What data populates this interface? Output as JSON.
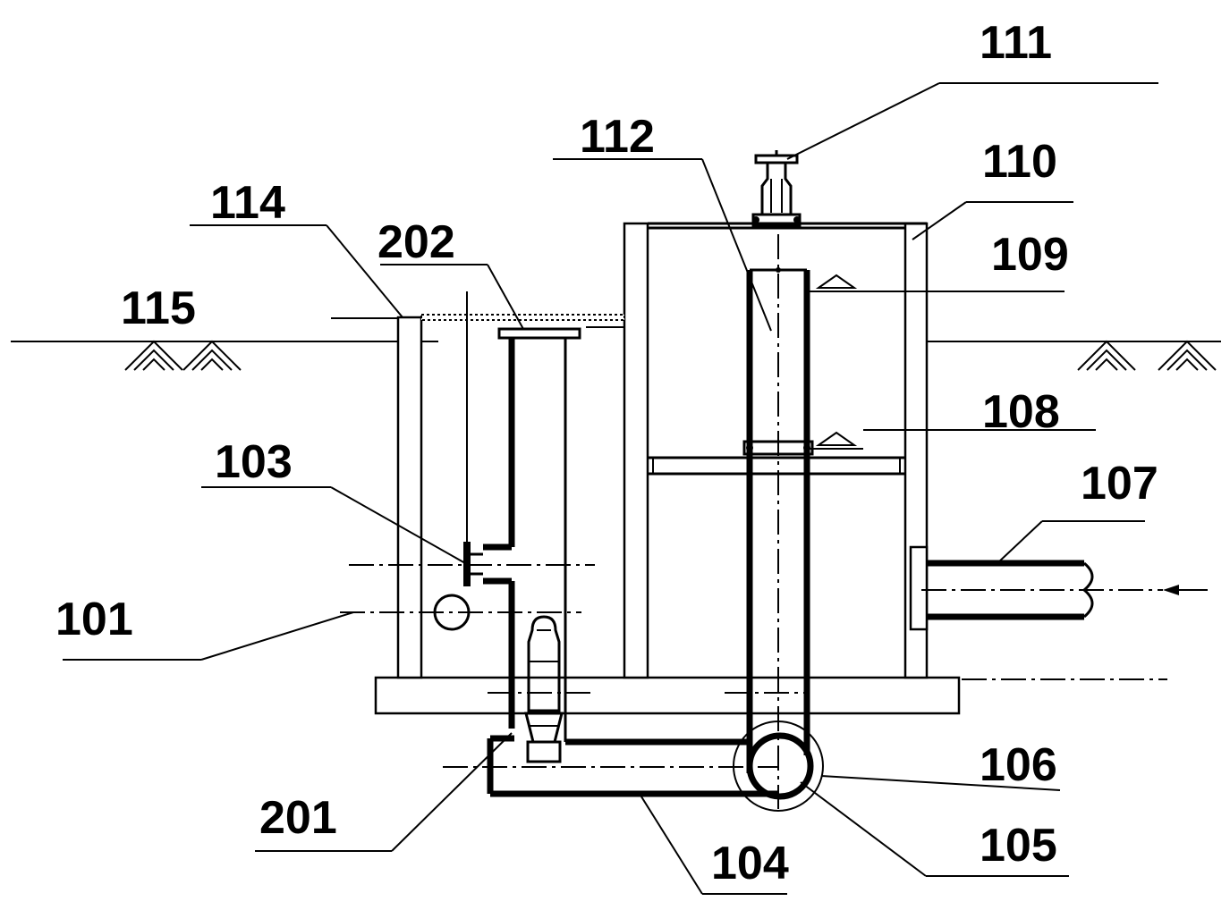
{
  "labels": {
    "l101": "101",
    "l103": "103",
    "l104": "104",
    "l105": "105",
    "l106": "106",
    "l107": "107",
    "l108": "108",
    "l109": "109",
    "l110": "110",
    "l111": "111",
    "l112": "112",
    "l114": "114",
    "l115": "115",
    "l201": "201",
    "l202": "202"
  }
}
